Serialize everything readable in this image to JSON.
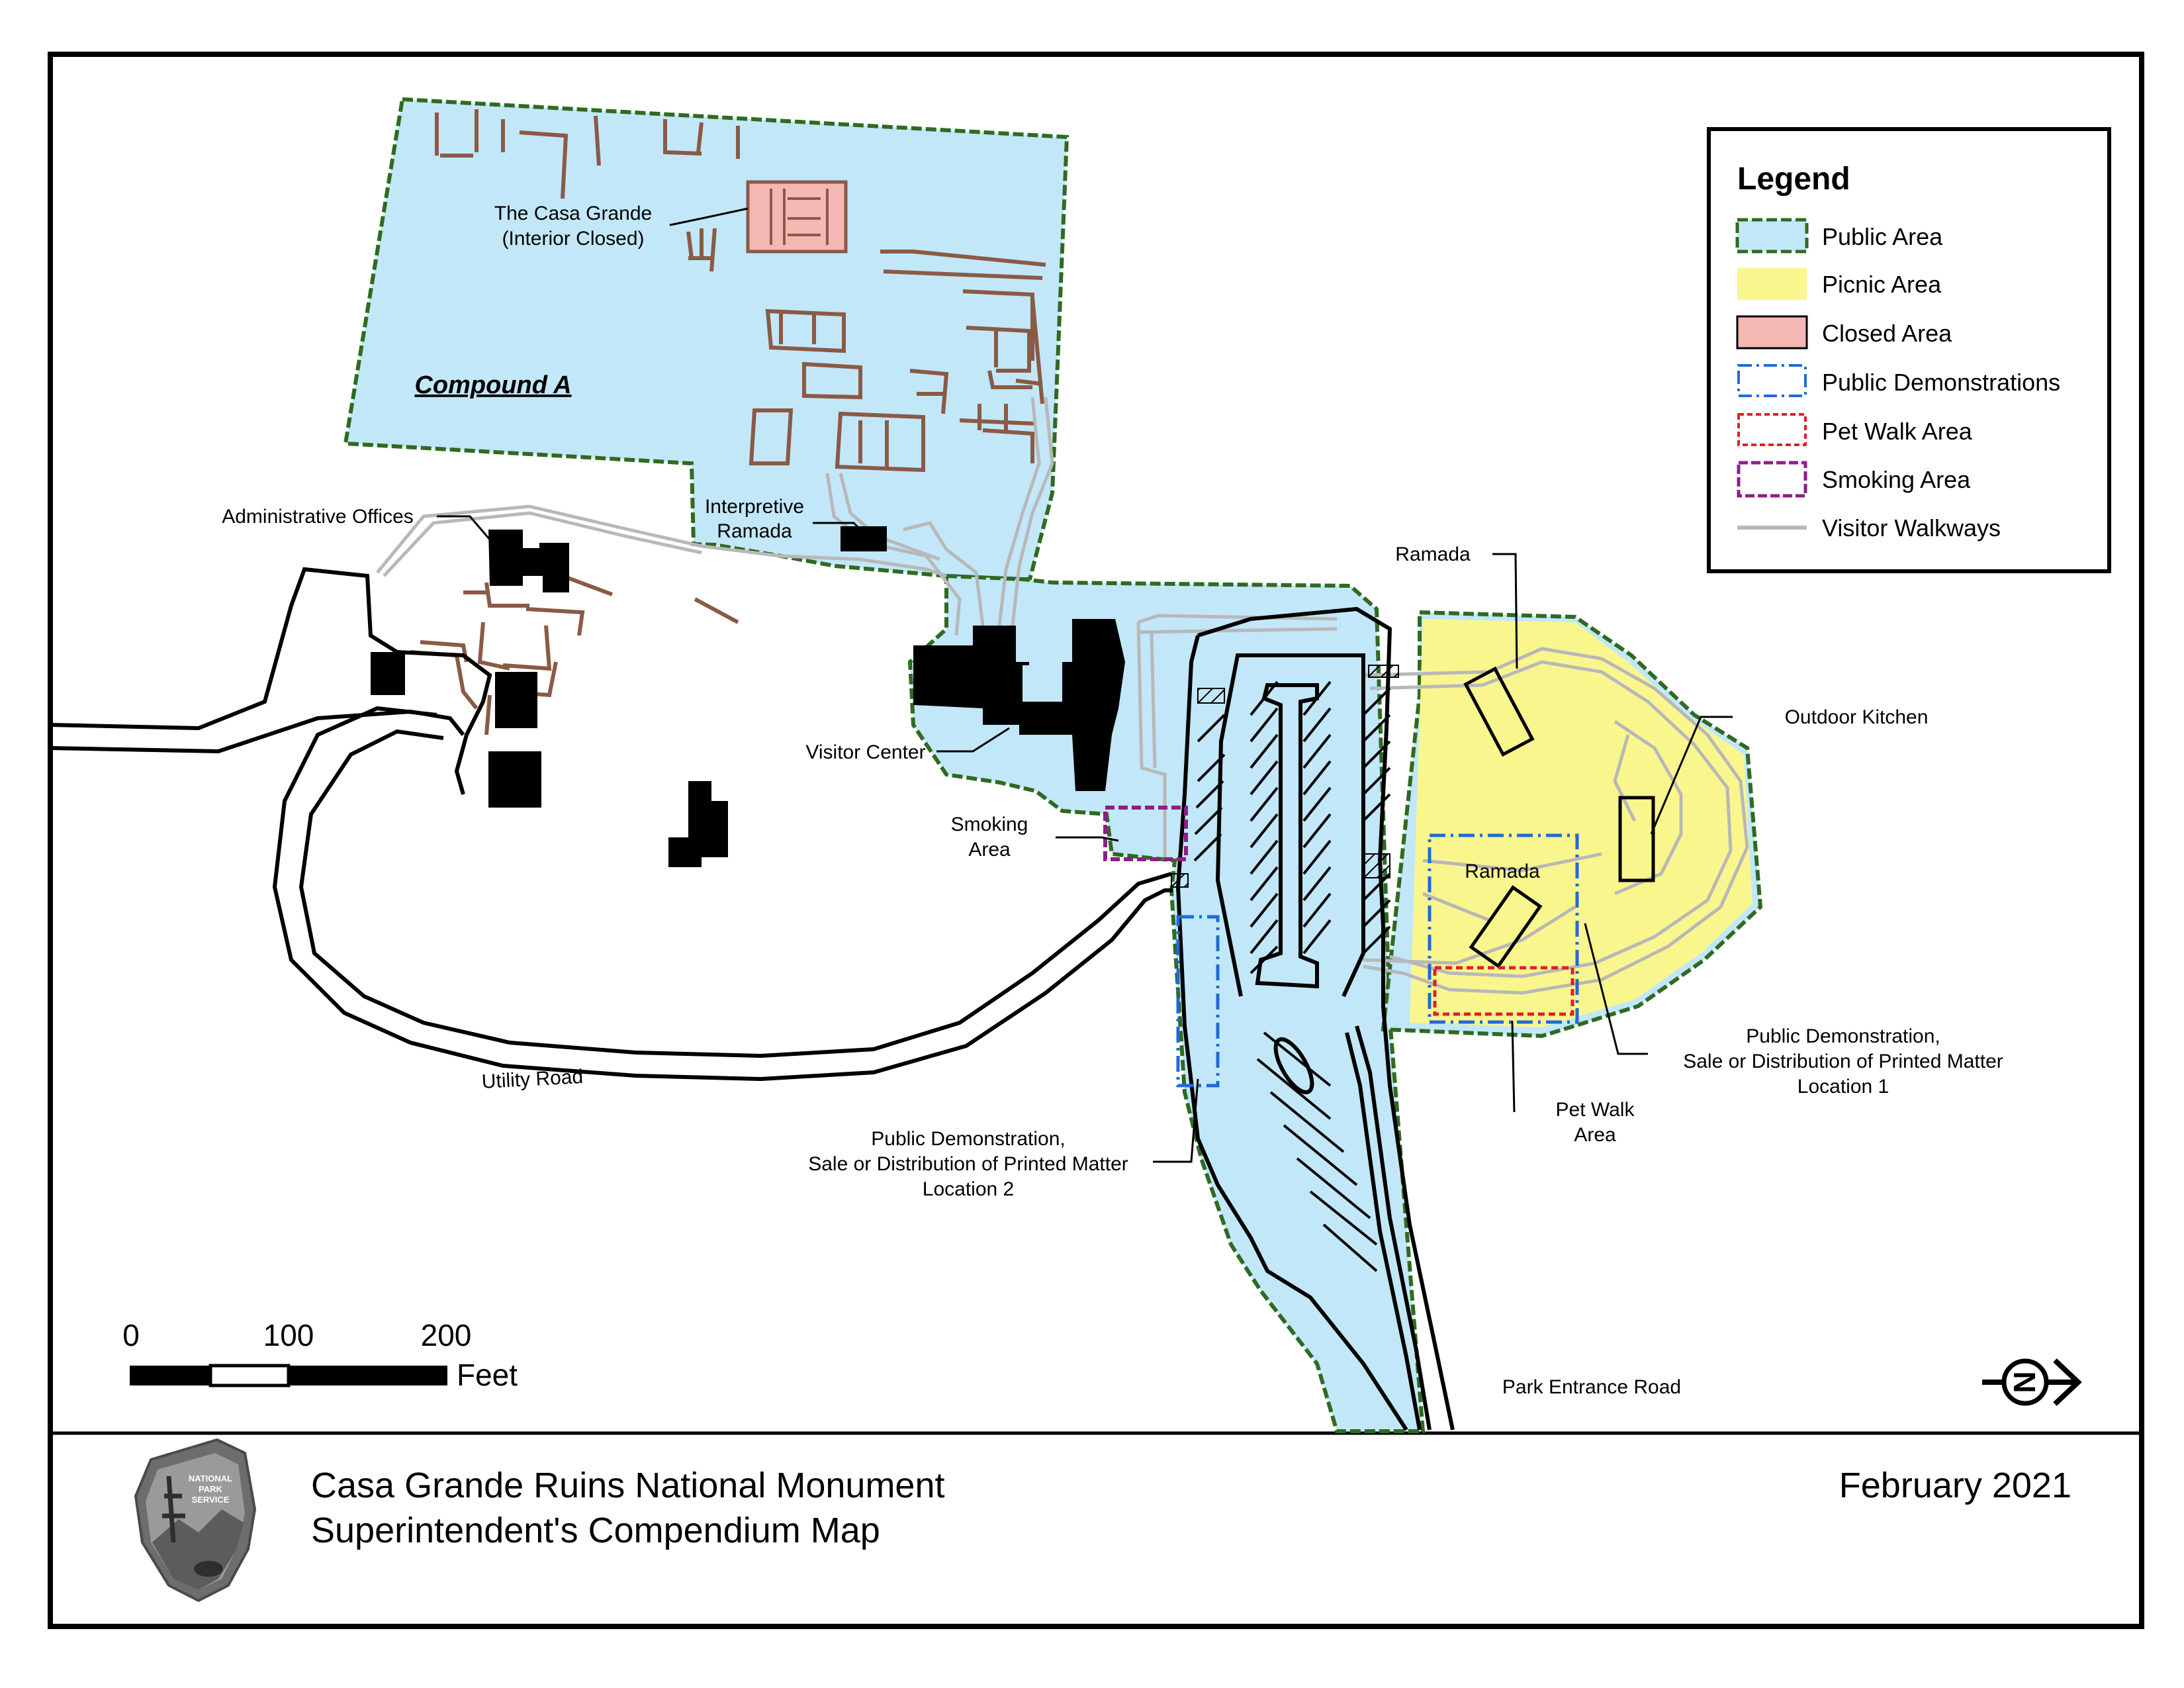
{
  "map": {
    "title_line1": "Casa Grande Ruins National Monument",
    "title_line2": "Superintendent's Compendium Map",
    "date": "February 2021",
    "logo_text": [
      "NATIONAL",
      "PARK",
      "SERVICE"
    ]
  },
  "colors": {
    "public_area_fill": "#c2e7f9",
    "public_area_border": "#2e6b20",
    "picnic_fill": "#faf68e",
    "closed_fill": "#f5b7b3",
    "demo_border": "#1f6bd6",
    "pet_border": "#e0202a",
    "smoking_border": "#8f1d8a",
    "walkway": "#b8b8b8",
    "ruin_walls": "#8a5a45",
    "buildings": "#000000"
  },
  "legend": {
    "title": "Legend",
    "items": [
      {
        "label": "Public Area",
        "symbol": "public-area"
      },
      {
        "label": "Picnic Area",
        "symbol": "picnic-area"
      },
      {
        "label": "Closed Area",
        "symbol": "closed-area"
      },
      {
        "label": "Public Demonstrations",
        "symbol": "public-demonstrations"
      },
      {
        "label": "Pet Walk Area",
        "symbol": "pet-walk-area"
      },
      {
        "label": "Smoking Area",
        "symbol": "smoking-area"
      },
      {
        "label": "Visitor Walkways",
        "symbol": "visitor-walkways"
      }
    ]
  },
  "labels": {
    "casa_grande": [
      "The Casa Grande",
      "(Interior Closed)"
    ],
    "compound_a": "Compound A",
    "interpretive_ramada": [
      "Interpretive",
      "Ramada"
    ],
    "administrative_offices": "Administrative Offices",
    "visitor_center": "Visitor Center",
    "smoking_area": [
      "Smoking",
      "Area"
    ],
    "ramada_top": "Ramada",
    "ramada_picnic": "Ramada",
    "outdoor_kitchen": "Outdoor Kitchen",
    "demo_location_1": [
      "Public Demonstration,",
      "Sale or Distribution of Printed Matter",
      "Location 1"
    ],
    "demo_location_2": [
      "Public Demonstration,",
      "Sale or Distribution of Printed Matter",
      "Location 2"
    ],
    "pet_walk_area": [
      "Pet Walk",
      "Area"
    ],
    "utility_road": "Utility Road",
    "park_entrance_road": "Park Entrance Road"
  },
  "scale_bar": {
    "ticks": [
      "0",
      "100",
      "200"
    ],
    "unit": "Feet"
  },
  "north_arrow": {
    "letter": "N"
  }
}
